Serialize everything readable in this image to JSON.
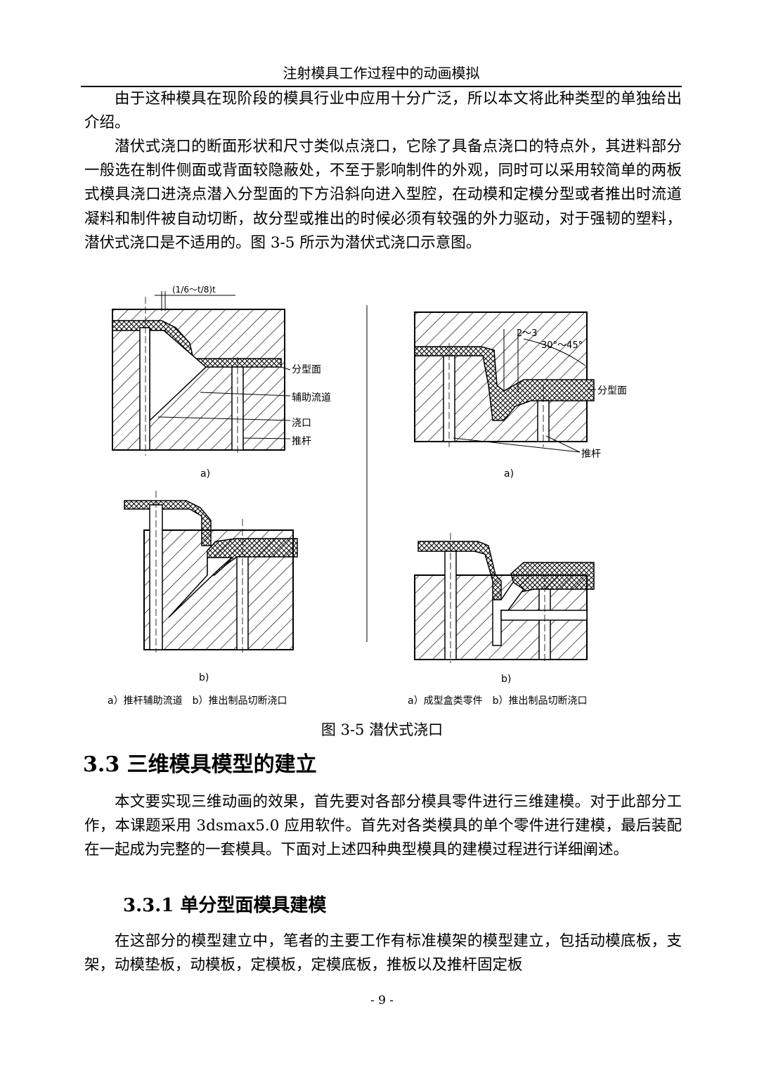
{
  "header": {
    "running_title": "注射模具工作过程中的动画模拟"
  },
  "paragraphs": {
    "p1": "由于这种模具在现阶段的模具行业中应用十分广泛，所以本文将此种类型的单独给出介绍。",
    "p2": "潜伏式浇口的断面形状和尺寸类似点浇口，它除了具备点浇口的特点外，其进料部分一般选在制件侧面或背面较隐蔽处，不至于影响制件的外观，同时可以采用较简单的两板式模具浇口进浇点潜入分型面的下方沿斜向进入型腔，在动模和定模分型或者推出时流道凝料和制件被自动切断，故分型或推出的时候必须有较强的外力驱动，对于强韧的塑料，潜伏式浇口是不适用的。图 3-5 所示为潜伏式浇口示意图。",
    "p3": "本文要实现三维动画的效果，首先要对各部分模具零件进行三维建模。对于此部分工作，本课题采用 3dsmax5.0 应用软件。首先对各类模具的单个零件进行建模，最后装配在一起成为完整的一套模具。下面对上述四种典型模具的建模过程进行详细阐述。",
    "p4": "在这部分的模型建立中，笔者的主要工作有标准模架的模型建立，包括动模底板，支架，动模垫板，动模板，定模板，定模底板，推板以及推杆固定板"
  },
  "figure": {
    "left_dim": "(1/6～t/8)t",
    "left_labels": [
      "分型面",
      "辅助流道",
      "浇口",
      "推杆"
    ],
    "right_dim_a": "2～3",
    "right_dim_b": "30°～45°",
    "right_labels": [
      "分型面",
      "推杆"
    ],
    "sub_a": "a)",
    "sub_b": "b)",
    "left_caption": "a）推杆辅助流道　b）推出制品切断浇口",
    "right_caption": "a）成型盒类零件　b）推出制品切断浇口"
  },
  "caption": "图 3-5 潜伏式浇口",
  "section_title": "3.3 三维模具模型的建立",
  "subsection_title": "3.3.1 单分型面模具建模",
  "page_number": "- 9 -"
}
